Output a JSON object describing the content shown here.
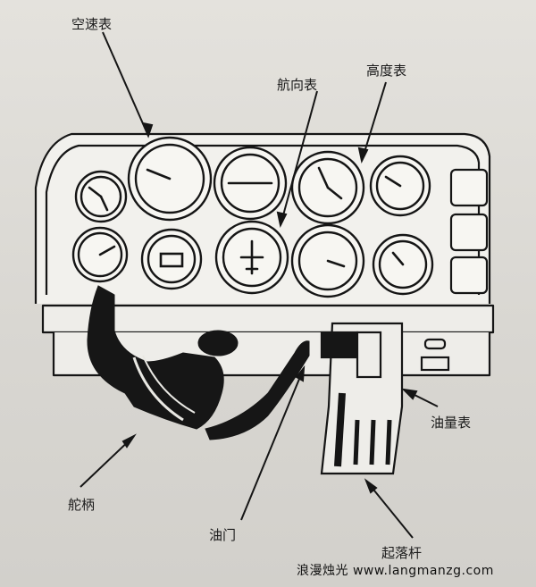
{
  "labels": {
    "airspeed": "空速表",
    "heading": "航向表",
    "altimeter": "高度表",
    "fuel_gauge": "油量表",
    "control_wheel": "舵柄",
    "throttle": "油门",
    "landing_gear": "起落杆"
  },
  "watermark": "浪漫烛光 www.langmanzg.com",
  "colors": {
    "ink": "#151515",
    "paper": "#dcdad5",
    "panel": "#f2f1ed"
  }
}
